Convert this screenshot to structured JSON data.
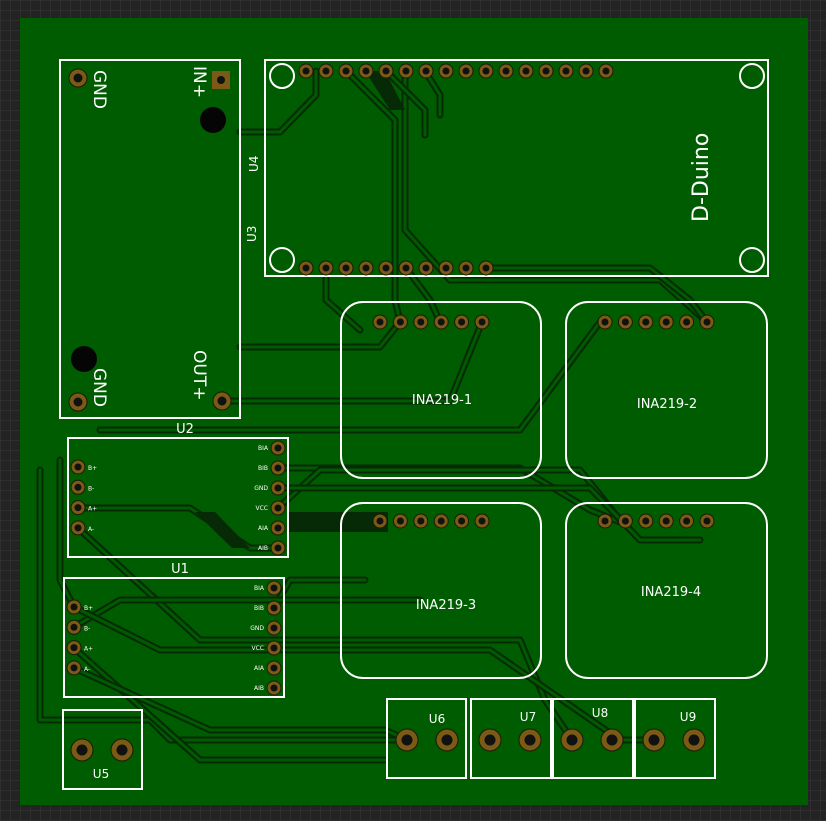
{
  "colors": {
    "board": "#005c00",
    "copper": "#7a5a14",
    "silkscreen": "#ffffff",
    "background": "#232323"
  },
  "power_module": {
    "refs": [
      "U3",
      "U4"
    ],
    "pins": {
      "gnd_top": "GND",
      "in_plus": "IN+",
      "gnd_bottom": "GND",
      "out_plus": "OUT+"
    }
  },
  "dduino": {
    "label": "D-Duino"
  },
  "ina219": [
    {
      "label": "INA219-1"
    },
    {
      "label": "INA219-2"
    },
    {
      "label": "INA219-3"
    },
    {
      "label": "INA219-4"
    }
  ],
  "drivers": [
    {
      "ref": "U2",
      "left_pins": [
        "B+",
        "B-",
        "A+",
        "A-"
      ],
      "right_pins": [
        "BIA",
        "BIB",
        "GND",
        "VCC",
        "AIA",
        "AIB"
      ]
    },
    {
      "ref": "U1",
      "left_pins": [
        "B+",
        "B-",
        "A+",
        "A-"
      ],
      "right_pins": [
        "BIA",
        "BIB",
        "GND",
        "VCC",
        "AIA",
        "AIB"
      ]
    }
  ],
  "terminals": [
    {
      "ref": "U5"
    },
    {
      "ref": "U6"
    },
    {
      "ref": "U7"
    },
    {
      "ref": "U8"
    },
    {
      "ref": "U9"
    }
  ]
}
